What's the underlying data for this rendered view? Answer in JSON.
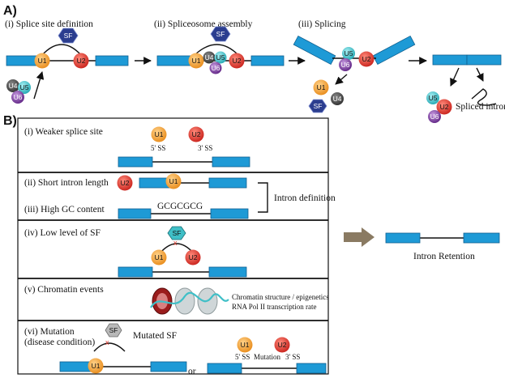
{
  "panel_a": {
    "label": "A)",
    "steps": [
      "(i) Splice site definition",
      "(ii) Spliceosome assembly",
      "(iii) Splicing"
    ],
    "spliced_intron_label": "Spliced intron"
  },
  "panel_b": {
    "label": "B)",
    "rows": [
      "(i) Weaker splice site",
      "(ii) Short intron length",
      "(iii) High GC content",
      "(iv) Low level of SF",
      "(v) Chromatin events",
      "(vi) Mutation",
      "(disease condition)"
    ],
    "five_ss": "5' SS",
    "three_ss": "3' SS",
    "gc_sequence": "GCGCGCG",
    "intron_definition": "Intron definition",
    "chromatin_line1": "Chromatin structure / epigenetics",
    "chromatin_line2": "RNA Pol II transcription rate",
    "mutated_sf": "Mutated SF",
    "or_label": "or",
    "mutation_label": "Mutation",
    "intron_retention": "Intron Retention"
  },
  "factors": {
    "u1": "U1",
    "u2": "U2",
    "u4": "U4",
    "u5": "U5",
    "u6": "U6",
    "sf": "SF"
  },
  "colors": {
    "exon": "#1e9ad6",
    "u1": "#f2a33a",
    "u2": "#e0372b",
    "u5": "#3fbfc7",
    "u6": "#7b3fa0",
    "u4": "#555555",
    "sf": "#2b3d8f",
    "sf_mutated": "#b8b8b8",
    "retention_arrow": "#8a7a62"
  }
}
